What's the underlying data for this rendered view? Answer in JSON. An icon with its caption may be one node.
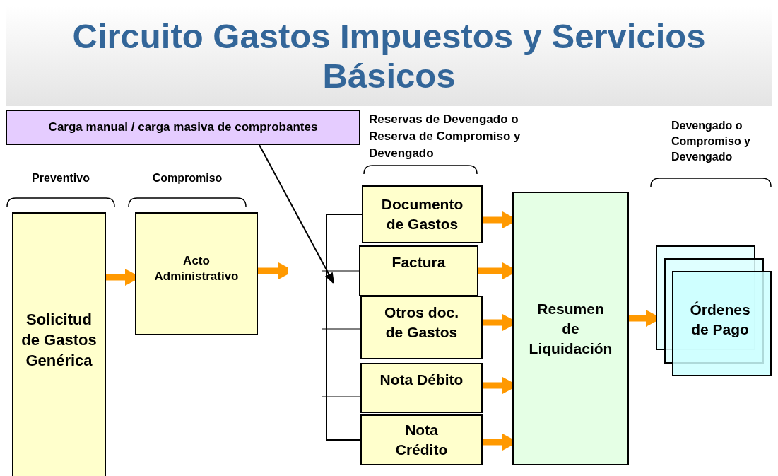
{
  "diagram": {
    "title": "Circuito Gastos Impuestos y Servicios Básicos",
    "nodes": [
      {
        "text": [
          "Carga manual / carga masiva de comprobantes"
        ]
      },
      {
        "text": [
          "Solicitud de Gastos Genérica"
        ]
      },
      {
        "text": [
          "Acto Administrativo"
        ]
      },
      {
        "text": [
          "Documento de Gastos"
        ]
      },
      {
        "text": [
          "Factura"
        ]
      },
      {
        "text": [
          "Otros doc. de Gastos"
        ]
      },
      {
        "text": [
          "Nota Débito"
        ]
      },
      {
        "text": [
          "Nota Crédito"
        ]
      },
      {
        "text": [
          "Resumen de Liquidación"
        ]
      },
      {
        "text": [
          "Órdenes de Pago"
        ]
      }
    ],
    "edges": [
      {
        "from": 0,
        "to": null,
        "arrow": "to",
        "color": "#000000"
      },
      {
        "from": 1,
        "to": 2,
        "arrow": "to"
      },
      {
        "from": 2,
        "to": null,
        "arrow": "to"
      },
      {
        "from": 3,
        "to": 7,
        "arrow": "none",
        "color": "#000000"
      },
      {
        "from": 3,
        "to": 8,
        "arrow": "to"
      },
      {
        "from": 4,
        "to": 8,
        "arrow": "to"
      },
      {
        "from": 5,
        "to": 8,
        "arrow": "to"
      },
      {
        "from": 6,
        "to": 8,
        "arrow": "to"
      },
      {
        "from": 7,
        "to": 8,
        "arrow": "to"
      },
      {
        "from": 8,
        "to": 9,
        "arrow": "to"
      }
    ],
    "labels": [
      "Reservas de Devengado o Reserva de Compromiso y Devengado",
      "Devengado o Compromiso y Devengado",
      "Preventivo",
      "Compromiso"
    ]
  }
}
